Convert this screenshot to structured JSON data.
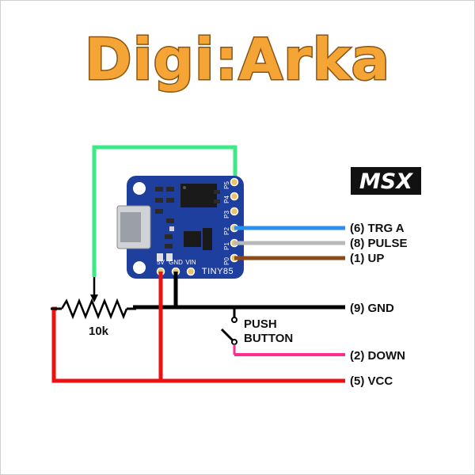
{
  "title": "Digi:Arka",
  "logo": {
    "text": "MSX",
    "icon": "msx-logo"
  },
  "board": {
    "model": "TINY85",
    "pin_labels_right": [
      "P5",
      "P4",
      "P3",
      "P2",
      "P1",
      "P0"
    ],
    "pin_labels_bottom": [
      "5V",
      "GND",
      "VIN"
    ]
  },
  "potentiometer": {
    "value_label": "10k"
  },
  "button": {
    "line1": "PUSH",
    "line2": "BUTTON"
  },
  "connections": [
    {
      "label": "(6) TRG A",
      "color": "#2a8ff0"
    },
    {
      "label": "(8) PULSE",
      "color": "#b8b8b8"
    },
    {
      "label": "(1) UP",
      "color": "#8b4a16"
    },
    {
      "label": "(9) GND",
      "color": "#000000"
    },
    {
      "label": "(2) DOWN",
      "color": "#ff2d8f"
    },
    {
      "label": "(5) VCC",
      "color": "#ee1111"
    }
  ],
  "colors": {
    "title_fill": "#f5a436",
    "title_stroke": "#8a5412",
    "board": "#1f3f9f",
    "wiper_wire": "#3cea86",
    "gnd_wire": "#000000",
    "vcc_wire": "#ee1111"
  }
}
